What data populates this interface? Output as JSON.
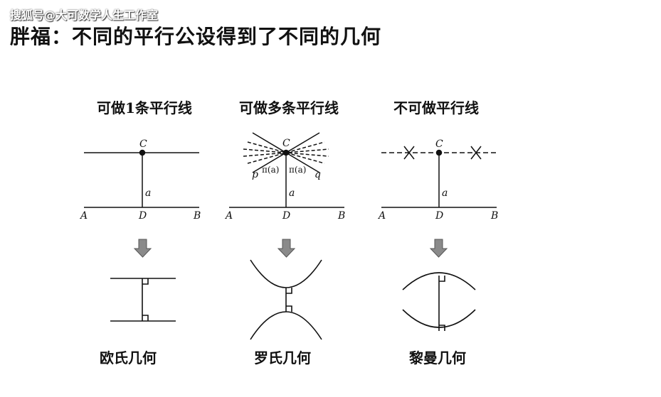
{
  "watermark": "搜狐号@大可数学人生工作室",
  "title": "胖福：不同的平行公设得到了不同的几何",
  "columns": [
    {
      "heading": "可做1条平行线",
      "geometry": "欧氏几何"
    },
    {
      "heading": "可做多条平行线",
      "geometry": "罗氏几何"
    },
    {
      "heading": "不可做平行线",
      "geometry": "黎曼几何"
    }
  ],
  "labels": {
    "A": "A",
    "B": "B",
    "C": "C",
    "D": "D",
    "a": "a",
    "p": "p",
    "q": "q",
    "pi_a": "π(a)"
  },
  "colors": {
    "line": "#111111",
    "arrow": "#8a8a8a"
  }
}
